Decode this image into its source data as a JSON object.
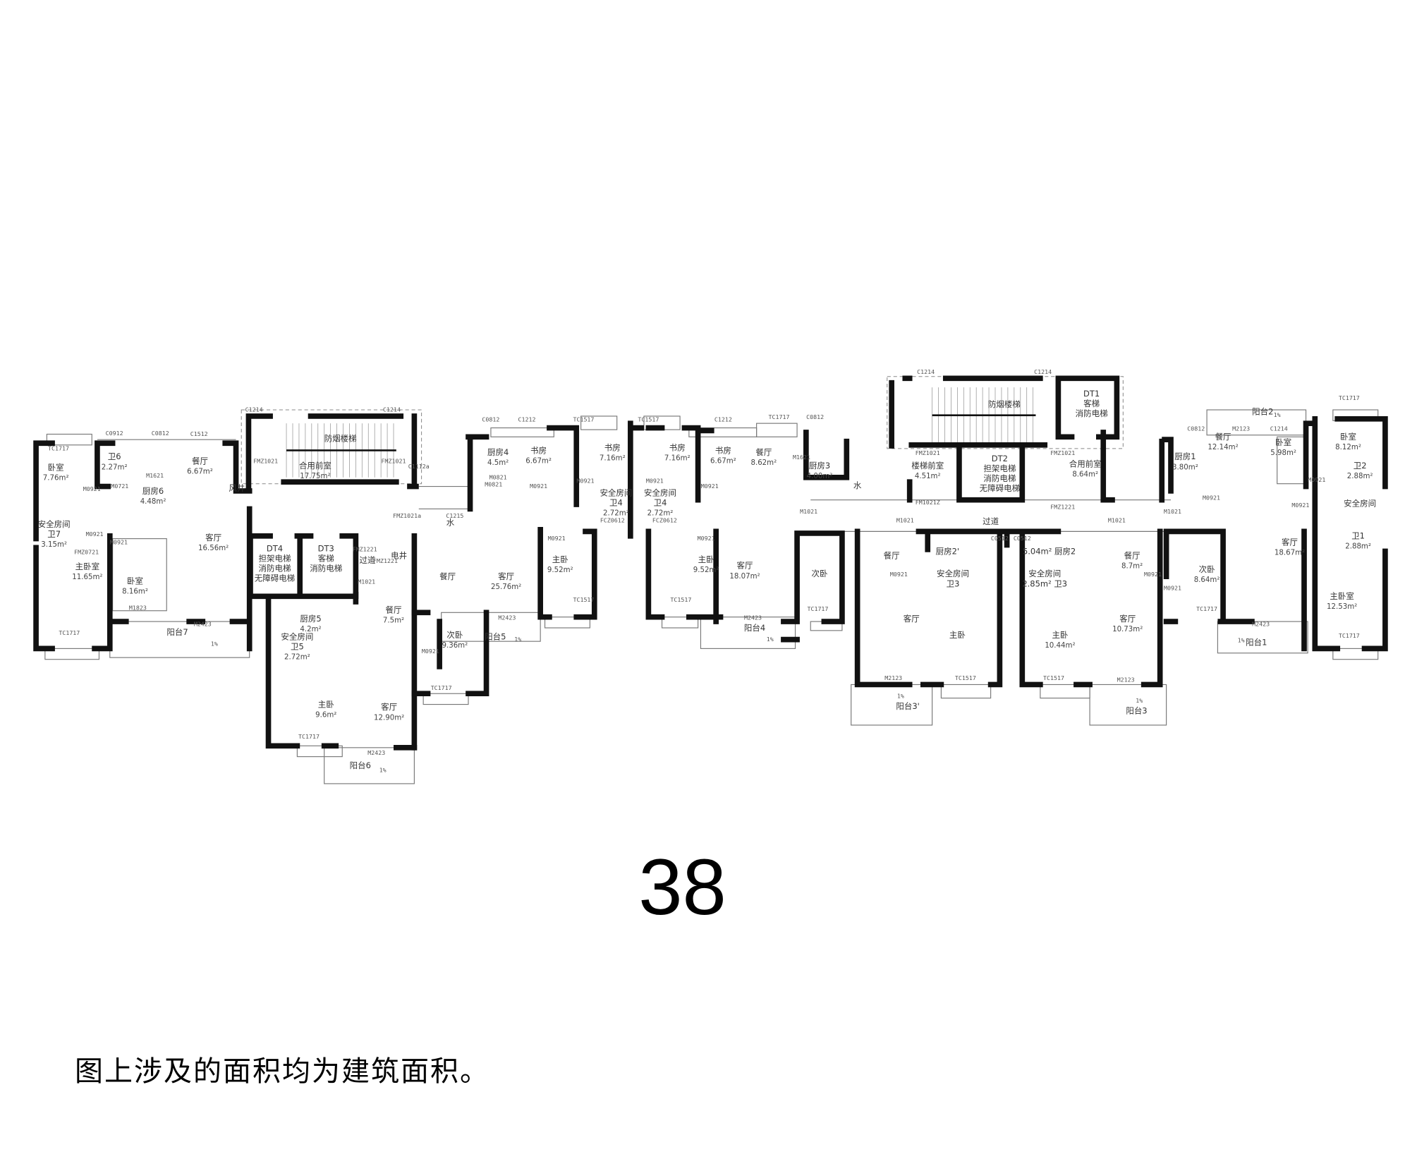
{
  "page_number": "38",
  "note": "图上涉及的面积均为建筑面积。",
  "rooms": [
    {
      "name": [
        "卧室"
      ],
      "area": "7.76m²"
    },
    {
      "name": [
        "卫6"
      ],
      "area": "2.27m²"
    },
    {
      "name": [
        "厨房6"
      ],
      "area": "4.48m²"
    },
    {
      "name": [
        "餐厅"
      ],
      "area": "6.67m²"
    },
    {
      "name": [
        "风井"
      ],
      "area": ""
    },
    {
      "name": [
        "安全房间",
        "卫7"
      ],
      "area": "3.15m²"
    },
    {
      "name": [
        "客厅"
      ],
      "area": "16.56m²"
    },
    {
      "name": [
        "卧室"
      ],
      "area": "8.16m²"
    },
    {
      "name": [
        "主卧室"
      ],
      "area": "11.65m²"
    },
    {
      "name": [
        "阳台7"
      ],
      "area": ""
    },
    {
      "name": [
        "合用前室"
      ],
      "area": "17.75m²"
    },
    {
      "name": [
        "防烟楼梯"
      ],
      "area": ""
    },
    {
      "name": [
        "DT4",
        "担架电梯",
        "消防电梯",
        "无障碍电梯"
      ],
      "area": ""
    },
    {
      "name": [
        "DT3",
        "客梯",
        "消防电梯"
      ],
      "area": ""
    },
    {
      "name": [
        "过道"
      ],
      "area": ""
    },
    {
      "name": [
        "电井"
      ],
      "area": ""
    },
    {
      "name": [
        "厨房5"
      ],
      "area": "4.2m²"
    },
    {
      "name": [
        "安全房间",
        "卫5"
      ],
      "area": "2.72m²"
    },
    {
      "name": [
        "餐厅"
      ],
      "area": "7.5m²"
    },
    {
      "name": [
        "次卧"
      ],
      "area": "9.36m²"
    },
    {
      "name": [
        "主卧"
      ],
      "area": "9.6m²"
    },
    {
      "name": [
        "客厅"
      ],
      "area": "12.90m²"
    },
    {
      "name": [
        "阳台6"
      ],
      "area": ""
    },
    {
      "name": [
        "厨房4"
      ],
      "area": "4.5m²"
    },
    {
      "name": [
        "书房"
      ],
      "area": "6.67m²"
    },
    {
      "name": [
        "书房"
      ],
      "area": "7.16m²"
    },
    {
      "name": [
        "安全房间",
        "卫4"
      ],
      "area": "2.72m²"
    },
    {
      "name": [
        "餐厅"
      ],
      "area": ""
    },
    {
      "name": [
        "客厅"
      ],
      "area": "25.76m²"
    },
    {
      "name": [
        "主卧"
      ],
      "area": "9.52m²"
    },
    {
      "name": [
        "阳台5"
      ],
      "area": ""
    },
    {
      "name": [
        "书房"
      ],
      "area": "7.16m²"
    },
    {
      "name": [
        "书房"
      ],
      "area": "6.67m²"
    },
    {
      "name": [
        "安全房间",
        "卫4"
      ],
      "area": "2.72m²"
    },
    {
      "name": [
        "主卧"
      ],
      "area": "9.52m²"
    },
    {
      "name": [
        "客厅"
      ],
      "area": "18.07m²"
    },
    {
      "name": [
        "餐厅"
      ],
      "area": "8.62m²"
    },
    {
      "name": [
        "厨房3"
      ],
      "area": "4.00m²"
    },
    {
      "name": [
        "阳台4"
      ],
      "area": ""
    },
    {
      "name": [
        "次卧"
      ],
      "area": ""
    },
    {
      "name": [
        "防烟楼梯"
      ],
      "area": ""
    },
    {
      "name": [
        "DT1",
        "客梯",
        "消防电梯"
      ],
      "area": ""
    },
    {
      "name": [
        "楼梯前室"
      ],
      "area": "4.51m²"
    },
    {
      "name": [
        "DT2",
        "担架电梯",
        "消防电梯",
        "无障碍电梯"
      ],
      "area": ""
    },
    {
      "name": [
        "合用前室"
      ],
      "area": "8.64m²"
    },
    {
      "name": [
        "过道"
      ],
      "area": ""
    },
    {
      "name": [
        "餐厅"
      ],
      "area": ""
    },
    {
      "name": [
        "厨房2'"
      ],
      "area": ""
    },
    {
      "name": [
        "安全房间",
        "卫3"
      ],
      "area": ""
    },
    {
      "name": [
        "客厅"
      ],
      "area": ""
    },
    {
      "name": [
        "主卧"
      ],
      "area": ""
    },
    {
      "name": [
        "阳台3'"
      ],
      "area": ""
    },
    {
      "name": [
        "5.04m² 厨房2"
      ],
      "area": ""
    },
    {
      "name": [
        "安全房间",
        "2.85m² 卫3"
      ],
      "area": ""
    },
    {
      "name": [
        "主卧"
      ],
      "area": "10.44m²"
    },
    {
      "name": [
        "餐厅"
      ],
      "area": "8.7m²"
    },
    {
      "name": [
        "客厅"
      ],
      "area": "10.73m²"
    },
    {
      "name": [
        "阳台3"
      ],
      "area": ""
    },
    {
      "name": [
        "次卧"
      ],
      "area": "8.64m²"
    },
    {
      "name": [
        "厨房1"
      ],
      "area": "3.80m²"
    },
    {
      "name": [
        "餐厅"
      ],
      "area": "12.14m²"
    },
    {
      "name": [
        "阳台2"
      ],
      "area": ""
    },
    {
      "name": [
        "卧室"
      ],
      "area": "5.98m²"
    },
    {
      "name": [
        "卧室"
      ],
      "area": "8.12m²"
    },
    {
      "name": [
        "卫2"
      ],
      "area": "2.88m²"
    },
    {
      "name": [
        "安全房间"
      ],
      "area": ""
    },
    {
      "name": [
        "卫1"
      ],
      "area": "2.88m²"
    },
    {
      "name": [
        "客厅"
      ],
      "area": "18.67m²"
    },
    {
      "name": [
        "主卧室"
      ],
      "area": "12.53m²"
    },
    {
      "name": [
        "阳台1"
      ],
      "area": ""
    },
    {
      "name": [
        "水"
      ],
      "area": ""
    },
    {
      "name": [
        "水"
      ],
      "area": ""
    }
  ],
  "codes": [
    "TC1717",
    "C0912",
    "C0812",
    "C1512",
    "M0921",
    "M0721",
    "M1621",
    "M0921",
    "FMZ0721",
    "M0921",
    "M1823",
    "M2423",
    "TC1717",
    "1%",
    "C1214",
    "C1214",
    "FMZ1021",
    "FMZ1021",
    "FMZ1021a",
    "FMZ1221",
    "M1021",
    "FMZ1221",
    "C1112a",
    "M0821",
    "M0921",
    "TC1717",
    "M2423",
    "TC1717",
    "1%",
    "C0812",
    "C1212",
    "TC1517",
    "M0821",
    "M0921",
    "M0921",
    "FCZ0612",
    "M0921",
    "M2423",
    "TC1517",
    "C1215",
    "1%",
    "TC1517",
    "C1212",
    "TC1717",
    "C0812",
    "M0921",
    "M0921",
    "FCZ0612",
    "M0921",
    "M1621",
    "M1021",
    "M2423",
    "TC1517",
    "TC1717",
    "1%",
    "C1214",
    "C1214",
    "FMZ1021",
    "FM1021Z",
    "FMZ1021",
    "FMZ1221",
    "M1021",
    "M1021",
    "C0512",
    "C0512",
    "M0921",
    "M2123",
    "TC1517",
    "M2123",
    "TC1517",
    "M0921",
    "1%",
    "1%",
    "C0812",
    "M2123",
    "C1214",
    "M0921",
    "M0921",
    "M0921",
    "M1021",
    "M0921",
    "TC1717",
    "M2423",
    "TC1717",
    "TC1717",
    "1%",
    "1%"
  ]
}
